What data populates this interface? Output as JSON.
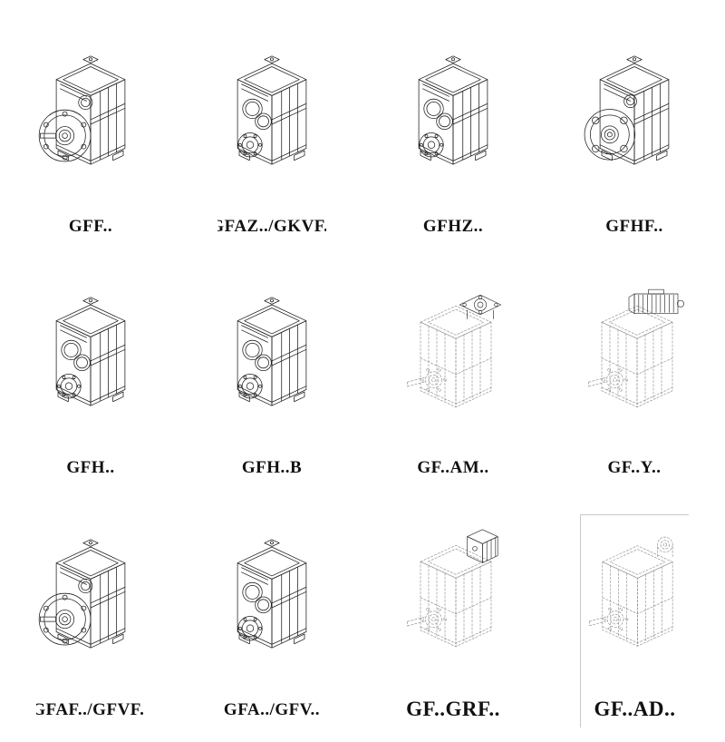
{
  "colors": {
    "ink": "#1f1f1f",
    "phantom": "#8f8f8f",
    "background": "#ffffff"
  },
  "grid": {
    "rows": 3,
    "cols": 4,
    "items": [
      {
        "label": "GFF..",
        "drawing": "flange-output-gear-unit"
      },
      {
        "label": "GFAZ../GKVF..",
        "drawing": "shaft-mounted-gear-unit"
      },
      {
        "label": "GFHZ..",
        "drawing": "hollow-shaft-gear-unit"
      },
      {
        "label": "GFHF..",
        "drawing": "flange-gear-unit"
      },
      {
        "label": "GFH..",
        "drawing": "foot-mounted-gear-unit"
      },
      {
        "label": "GFH..B",
        "drawing": "foot-mounted-gear-unit-b"
      },
      {
        "label": "GF..AM..",
        "drawing": "gear-unit-with-motor-adapter-flange"
      },
      {
        "label": "GF..Y..",
        "drawing": "gear-unit-with-mounted-motor"
      },
      {
        "label": "GFAF../GFVF..",
        "drawing": "flange-output-gear-unit"
      },
      {
        "label": "GFA../GFV..",
        "drawing": "shaft-mounted-gear-unit"
      },
      {
        "label": "GF..GRF..",
        "drawing": "gear-unit-with-input-block"
      },
      {
        "label": "GF..AD..",
        "drawing": "gear-unit-with-input-shaft-adapter"
      }
    ]
  }
}
